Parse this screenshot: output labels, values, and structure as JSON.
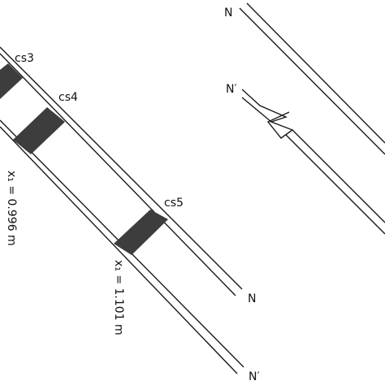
{
  "labels": {
    "cs3": "cs3",
    "cs4": "cs4",
    "cs5": "cs5",
    "n_lower": "N",
    "n_prime_lower": "N′",
    "n_upper": "N",
    "n_prime_upper": "N′"
  },
  "measurements": {
    "x1_first": "x₁ = 0.996 m",
    "x1_second": "x₁ = 1.101 m"
  },
  "colors": {
    "line": "#1a1a1a",
    "band": "#3d3d3d",
    "background": "#ffffff"
  }
}
